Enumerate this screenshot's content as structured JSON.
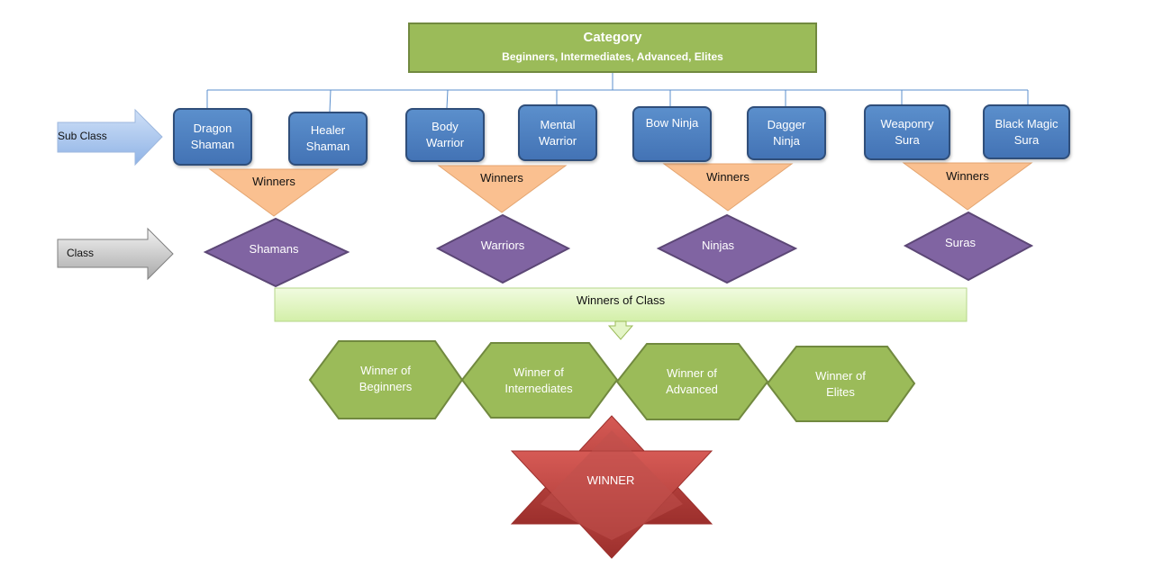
{
  "category": {
    "title": "Category",
    "subtitle": "Beginners, Intermediates, Advanced, Elites"
  },
  "side_labels": {
    "sub_class": "Sub Class",
    "class": "Class"
  },
  "subclasses": [
    "Dragon\nShaman",
    "Healer\nShaman",
    "Body\nWarrior",
    "Mental\nWarrior",
    "Bow Ninja",
    "Dagger\nNinja",
    "Weaponry\nSura",
    "Black Magic\nSura"
  ],
  "winners_label": "Winners",
  "classes": [
    "Shamans",
    "Warriors",
    "Ninjas",
    "Suras"
  ],
  "winners_of_class": "Winners of Class",
  "category_winners": [
    "Winner of\nBeginners",
    "Winner of\nInternediates",
    "Winner of\nAdvanced",
    "Winner of\nElites"
  ],
  "final": "WINNER",
  "colors": {
    "green": "#9bbb59",
    "green_border": "#71893f",
    "blue": "#4f81bd",
    "blue_border": "#2f4e7a",
    "orange": "#fac090",
    "purple": "#8064a2",
    "purple_border": "#5c4776",
    "light_green": "#e4f5c7",
    "red": "#c0504d"
  }
}
